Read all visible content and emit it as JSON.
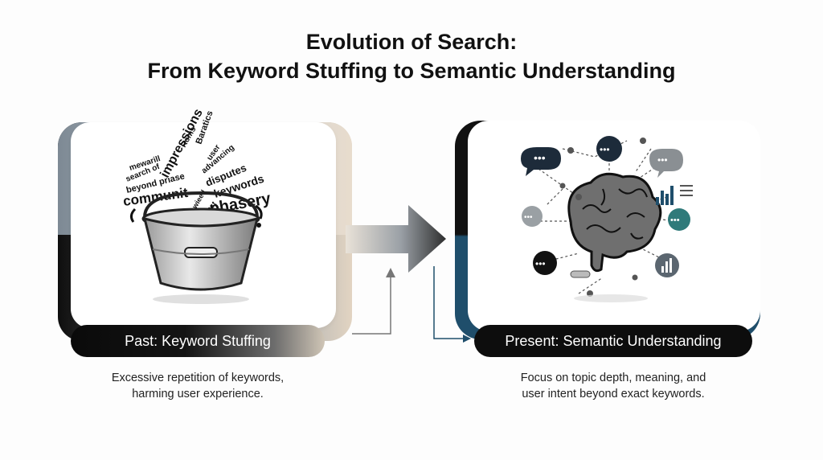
{
  "title": {
    "line1": "Evolution of Search:",
    "line2": "From Keyword Stuffing to Semantic Understanding"
  },
  "past": {
    "label": "Past: Keyword Stuffing",
    "caption_line1": "Excessive repetition of keywords,",
    "caption_line2": "harming user experience.",
    "illustration_words": [
      "Roms",
      "Baratics",
      "impressions",
      "user",
      "mewarill",
      "advancing",
      "search of",
      "disputes",
      "beyond priase",
      "keywords",
      "communit",
      "phasery",
      "wieed",
      "nenst"
    ]
  },
  "present": {
    "label": "Present: Semantic Understanding",
    "caption_line1": "Focus on topic depth, meaning, and",
    "caption_line2": "user intent beyond exact keywords."
  },
  "colors": {
    "accent_blue": "#1f4e6b",
    "teal": "#2f7a7a",
    "dark": "#111111",
    "beige": "#e2d4c2"
  },
  "icons": [
    "bucket-icon",
    "brain-icon",
    "chat-bubble-icon",
    "bar-chart-icon",
    "document-icon",
    "arrow-right-icon"
  ]
}
